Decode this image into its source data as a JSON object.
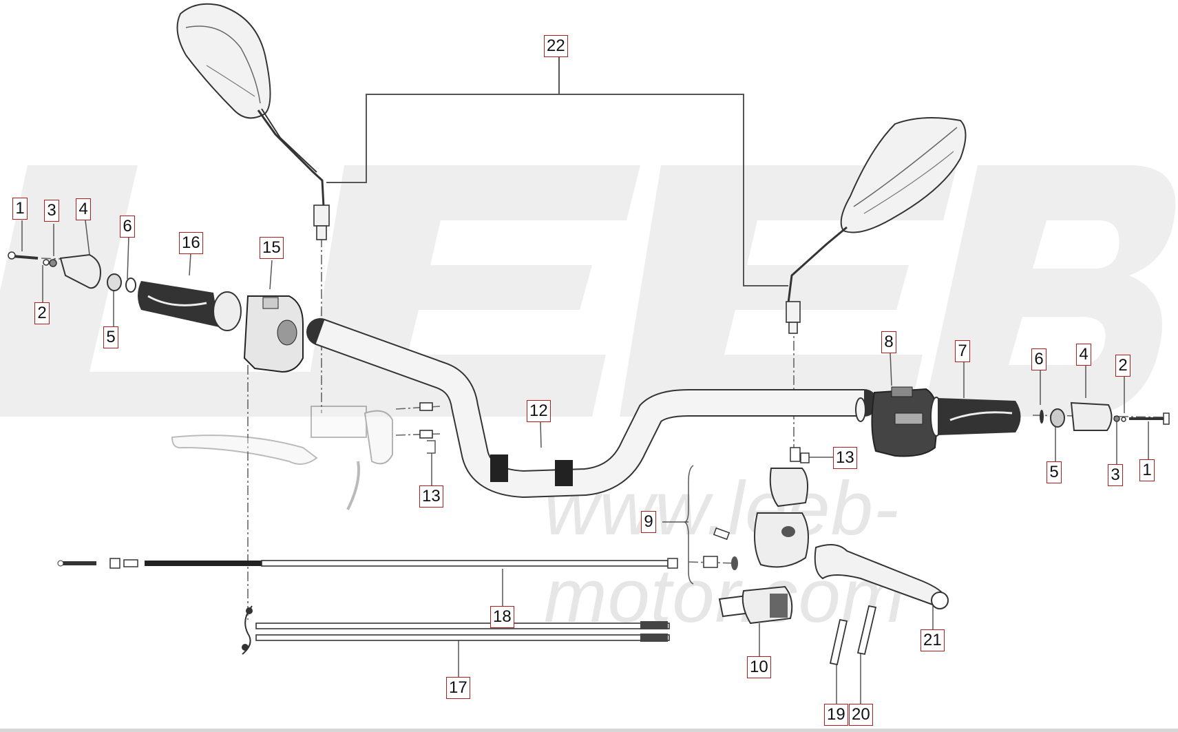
{
  "watermark": {
    "logo_text": "LEEB",
    "url_text": "www.leeb-motor.com"
  },
  "colors": {
    "callout_border": "#b31b1b",
    "line": "#444444",
    "watermark": "#ececec",
    "part_fill": "#f2f2f2",
    "part_dark": "#333333"
  },
  "callouts": [
    {
      "id": "c-22",
      "label": "22"
    },
    {
      "id": "c-1-left",
      "label": "1"
    },
    {
      "id": "c-3-left",
      "label": "3"
    },
    {
      "id": "c-4-left",
      "label": "4"
    },
    {
      "id": "c-6-left",
      "label": "6"
    },
    {
      "id": "c-16",
      "label": "16"
    },
    {
      "id": "c-15",
      "label": "15"
    },
    {
      "id": "c-2-left",
      "label": "2"
    },
    {
      "id": "c-5-left",
      "label": "5"
    },
    {
      "id": "c-8",
      "label": "8"
    },
    {
      "id": "c-7",
      "label": "7"
    },
    {
      "id": "c-6-right",
      "label": "6"
    },
    {
      "id": "c-4-right",
      "label": "4"
    },
    {
      "id": "c-2-right",
      "label": "2"
    },
    {
      "id": "c-12",
      "label": "12"
    },
    {
      "id": "c-13-right",
      "label": "13"
    },
    {
      "id": "c-5-right",
      "label": "5"
    },
    {
      "id": "c-3-right",
      "label": "3"
    },
    {
      "id": "c-1-right",
      "label": "1"
    },
    {
      "id": "c-13-left",
      "label": "13"
    },
    {
      "id": "c-9",
      "label": "9"
    },
    {
      "id": "c-18",
      "label": "18"
    },
    {
      "id": "c-21",
      "label": "21"
    },
    {
      "id": "c-10",
      "label": "10"
    },
    {
      "id": "c-17",
      "label": "17"
    },
    {
      "id": "c-19",
      "label": "19"
    },
    {
      "id": "c-20",
      "label": "20"
    }
  ]
}
